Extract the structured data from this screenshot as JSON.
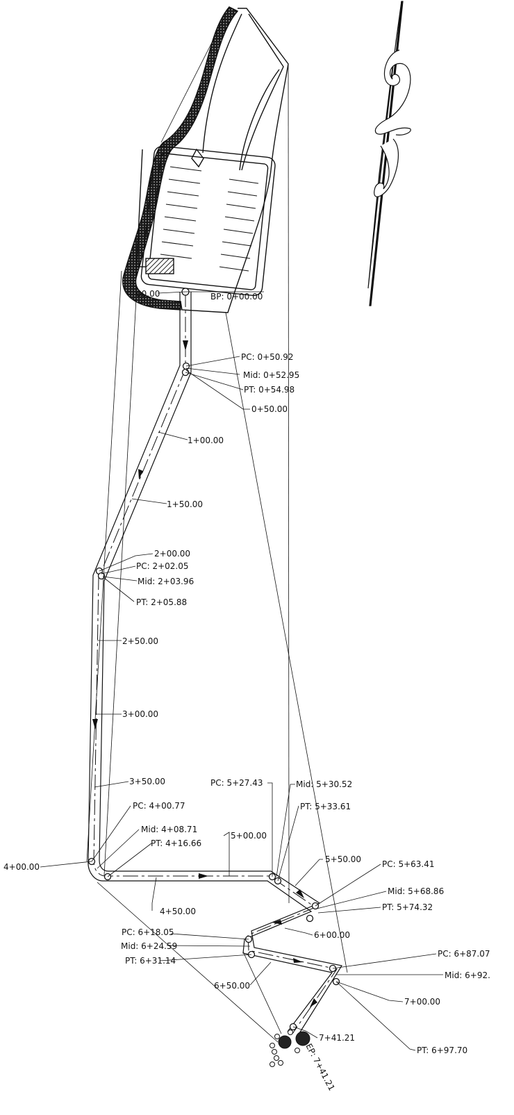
{
  "colors": {
    "ink": "#111111",
    "paper": "#ffffff",
    "hatch": "#333333"
  },
  "begin_point": {
    "label": "BP: 0+00.00",
    "offset_label": "00.00"
  },
  "end_point": {
    "label": "EP: 7+41.21",
    "station_label": "7+41.21"
  },
  "stations": [
    "0+50.00",
    "1+00.00",
    "1+50.00",
    "2+00.00",
    "2+50.00",
    "3+00.00",
    "3+50.00",
    "4+00.00",
    "4+50.00",
    "5+00.00",
    "5+50.00",
    "6+00.00",
    "6+50.00",
    "7+00.00"
  ],
  "curve_points": [
    "PC: 0+50.92",
    "Mid: 0+52.95",
    "PT: 0+54.98",
    "PC: 2+02.05",
    "Mid: 2+03.96",
    "PT: 2+05.88",
    "PC: 4+00.77",
    "Mid: 4+08.71",
    "PT: 4+16.66",
    "PC: 5+27.43",
    "Mid: 5+30.52",
    "PT: 5+33.61",
    "PC: 5+63.41",
    "Mid: 5+68.86",
    "PT: 5+74.32",
    "PC: 6+18.05",
    "Mid: 6+24.59",
    "PT: 6+31.14",
    "PC: 6+87.07",
    "Mid: 6+92.",
    "PT: 6+97.70"
  ]
}
